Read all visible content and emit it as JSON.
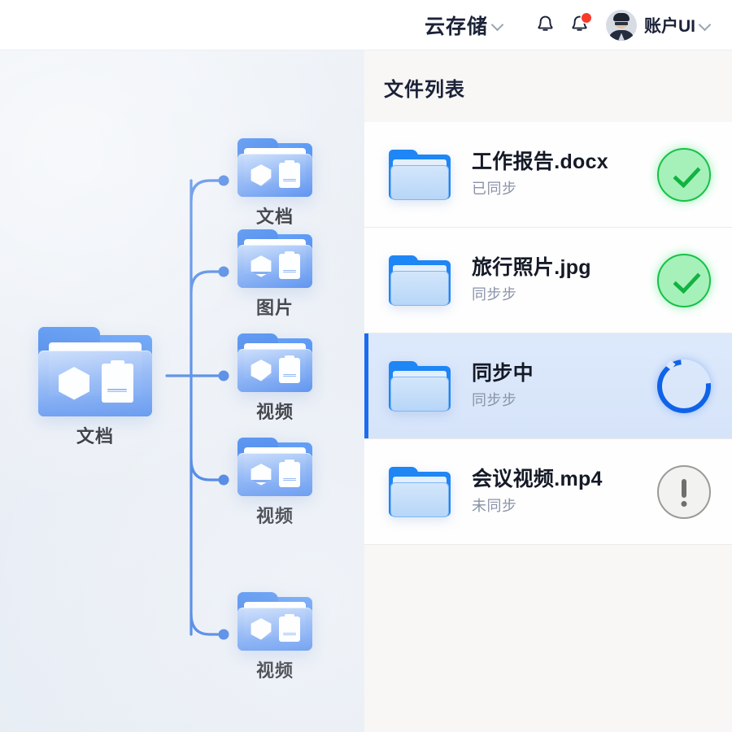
{
  "header": {
    "app_title": "云存储",
    "title_chevron": "chevron-down-icon",
    "bell": "bell-icon",
    "bell_alert": "bell-alert-icon",
    "notification_badge": "",
    "avatar": "user-avatar",
    "user_label": "账户UI",
    "user_chevron": "chevron-down-icon"
  },
  "diagram": {
    "root": {
      "label": "文档",
      "icon": "folder-icon"
    },
    "children": [
      {
        "label": "文档",
        "icon": "folder-icon"
      },
      {
        "label": "图片",
        "icon": "folder-icon"
      },
      {
        "label": "视频",
        "icon": "folder-icon"
      },
      {
        "label": "视频",
        "icon": "folder-icon"
      },
      {
        "label": "视频",
        "icon": "folder-icon"
      }
    ]
  },
  "file_list": {
    "title": "文件列表",
    "rows": [
      {
        "name": "工作报告.docx",
        "status": "已同步",
        "badge": "check-circle-icon",
        "selected": false
      },
      {
        "name": "旅行照片.jpg",
        "status": "同步步",
        "badge": "check-circle-icon",
        "selected": false
      },
      {
        "name": "同步中",
        "status": "同步步",
        "badge": "spinner-icon",
        "selected": true
      },
      {
        "name": "会议视频.mp4",
        "status": "未同步",
        "badge": "warning-circle-icon",
        "selected": false
      }
    ]
  },
  "colors": {
    "accent_blue": "#1a6cf0",
    "folder_blue": "#2f7cf0",
    "success_green": "#19c14a",
    "warn_gray": "#9b9b98",
    "badge_red": "#f73b2a",
    "panel_bg": "#eef2f7",
    "list_bg": "#f8f7f5",
    "selected_row_bg": "#dde9fb"
  }
}
